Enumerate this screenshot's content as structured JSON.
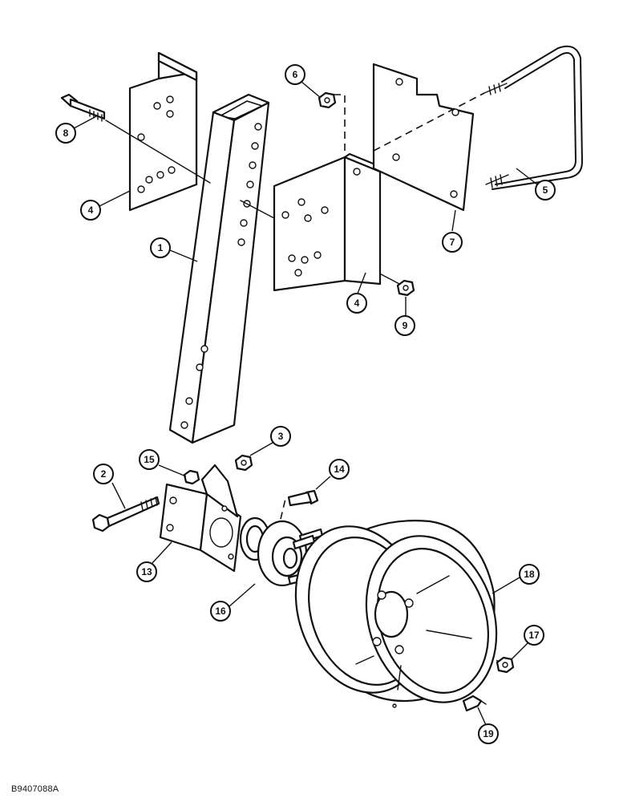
{
  "diagram": {
    "figure_code": "B9407088A",
    "callouts": [
      {
        "id": "c1",
        "label": "1"
      },
      {
        "id": "c2",
        "label": "2"
      },
      {
        "id": "c3",
        "label": "3"
      },
      {
        "id": "c4a",
        "label": "4"
      },
      {
        "id": "c4b",
        "label": "4"
      },
      {
        "id": "c5",
        "label": "5"
      },
      {
        "id": "c6",
        "label": "6"
      },
      {
        "id": "c7",
        "label": "7"
      },
      {
        "id": "c8",
        "label": "8"
      },
      {
        "id": "c9",
        "label": "9"
      },
      {
        "id": "c13",
        "label": "13"
      },
      {
        "id": "c14",
        "label": "14"
      },
      {
        "id": "c15",
        "label": "15"
      },
      {
        "id": "c16",
        "label": "16"
      },
      {
        "id": "c17",
        "label": "17"
      },
      {
        "id": "c18",
        "label": "18"
      },
      {
        "id": "c19",
        "label": "19"
      }
    ]
  }
}
